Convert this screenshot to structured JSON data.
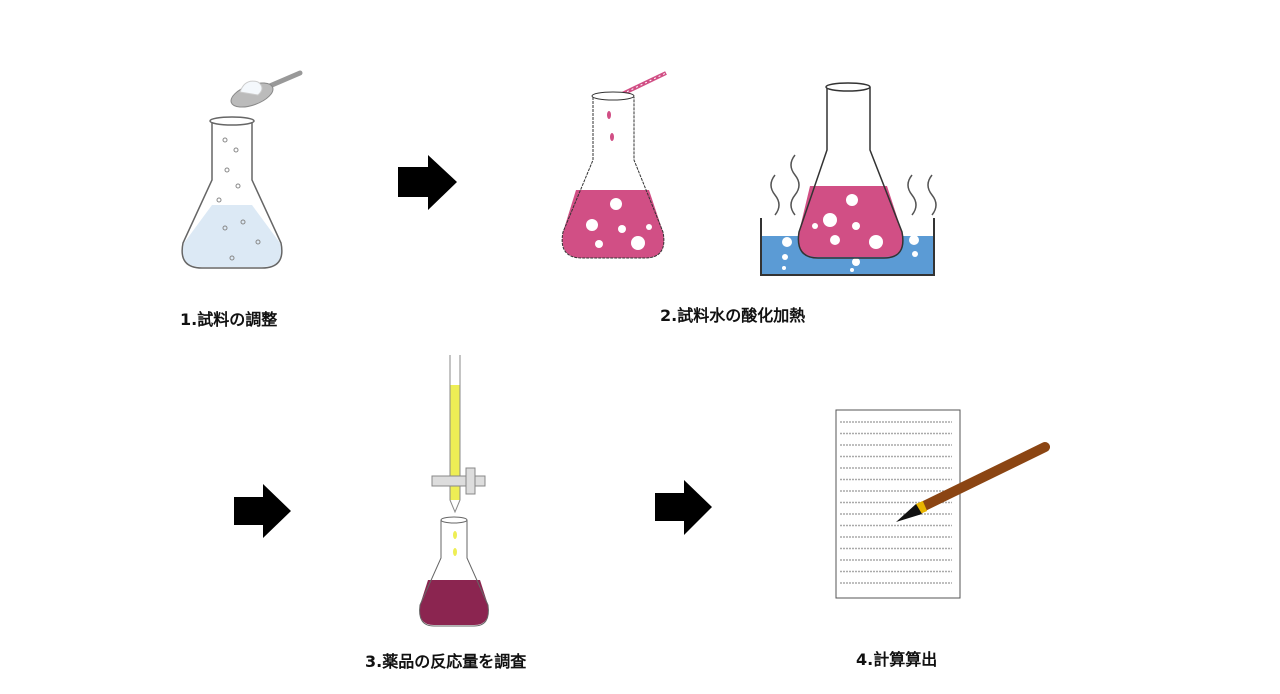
{
  "steps": [
    {
      "label": "1.試料の調整"
    },
    {
      "label": "2.試料水の酸化加熱"
    },
    {
      "label": "3.薬品の反応量を調査"
    },
    {
      "label": "4.計算算出"
    }
  ],
  "colors": {
    "sample_water": "#dce9f5",
    "pink_liquid": "#d14f85",
    "bath_water": "#5b9bd5",
    "reagent": "#eeee55",
    "titrated": "#8b2550",
    "pen": "#8b4513",
    "arrow": "#000000"
  },
  "icons": [
    "spoon-icon",
    "flask-icon",
    "arrow-right-icon",
    "pipette-icon",
    "water-bath-icon",
    "burette-icon",
    "paper-icon",
    "pen-icon"
  ]
}
